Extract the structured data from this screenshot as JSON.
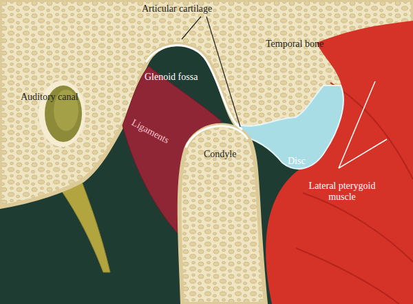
{
  "diagram": {
    "labels": [
      "Articular cartilage",
      "Temporal bone",
      "Auditory canal",
      "Glenoid fossa",
      "Ligaments",
      "Condyle",
      "Disc",
      "Lateral pterygoid muscle"
    ]
  }
}
